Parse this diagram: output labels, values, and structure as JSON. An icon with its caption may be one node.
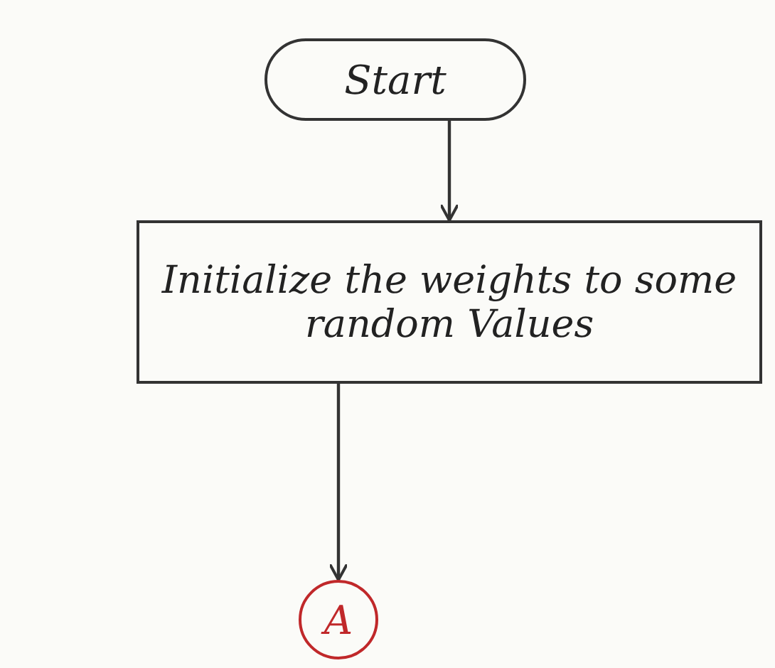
{
  "diagram": {
    "nodes": [
      {
        "text": [
          "Start"
        ]
      },
      {
        "text": [
          "Initialize the weights to some random Values"
        ]
      },
      {
        "text": [
          "A"
        ]
      }
    ],
    "edges": [
      {
        "from": 0,
        "to": 1,
        "arrow": "to"
      },
      {
        "from": 1,
        "to": 2,
        "arrow": "to"
      }
    ]
  }
}
